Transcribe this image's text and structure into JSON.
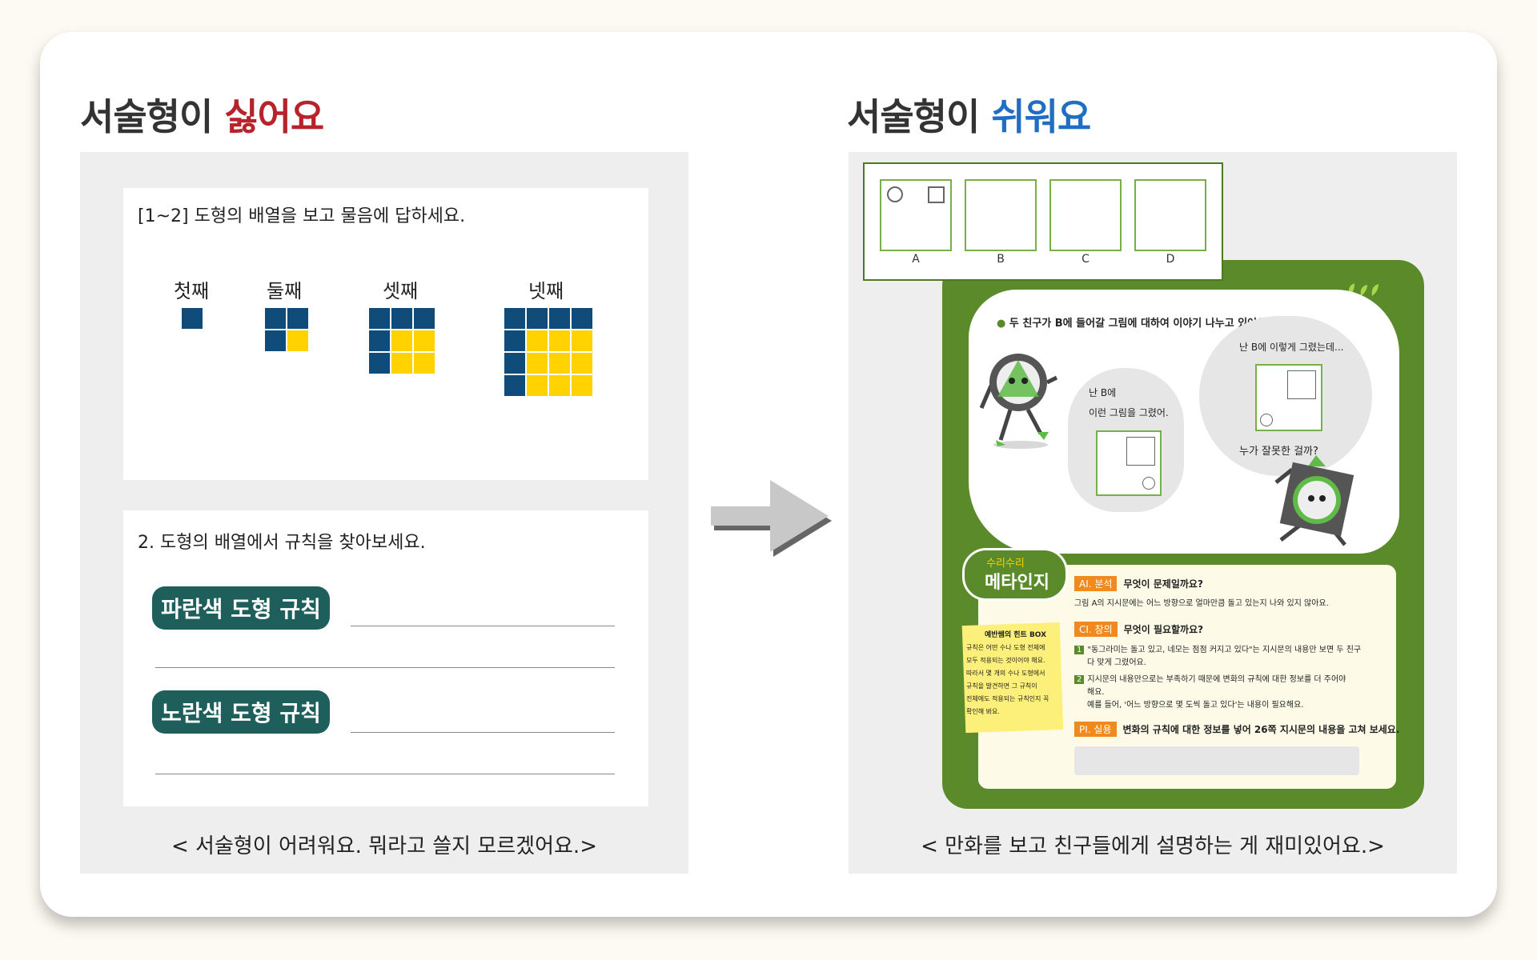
{
  "left": {
    "heading_prefix": "서술형이 ",
    "heading_emph": "싫어요",
    "instruction": "[1~2] 도형의 배열을 보고 물음에 답하세요.",
    "labels": [
      "첫째",
      "둘째",
      "셋째",
      "넷째"
    ],
    "question": "2. 도형의 배열에서 규칙을 찾아보세요.",
    "pill_blue": "파란색 도형 규칙",
    "pill_yellow": "노란색 도형 규칙",
    "caption": "< 서술형이 어려워요. 뭐라고 쓸지 모르겠어요.>"
  },
  "right": {
    "heading_prefix": "서술형이 ",
    "heading_emph": "쉬워요",
    "options": [
      "A",
      "B",
      "C",
      "D"
    ],
    "prompt": "두 친구가 B에 들어갈 그림에 대하여 이야기 나누고 있어요.",
    "speech1a": "난 B에",
    "speech1b": "이런 그림을 그렸어.",
    "speech2": "난 B에 이렇게 그렸는데...",
    "speech3": "누가 잘못한 걸까?",
    "badge_top": "수리수리",
    "badge_main": "메타인지",
    "hint_title": "예반쌤의 힌트 BOX",
    "hint_lines": [
      "규칙은 어떤 수나 도형 전체에",
      "모두 적용되는 것이어야 해요.",
      "따라서 몇 개의 수나 도형에서",
      "규칙을 발견하면 그 규칙이",
      "전체에도 적용되는 규칙인지 꼭",
      "확인해 봐요."
    ],
    "ai_tag": "AI. 분석",
    "ai_q": "무엇이 문제일까요?",
    "ai_a": "그림 A의 지시문에는 어느 방향으로 얼마만큼 돌고 있는지 나와 있지 않아요.",
    "ci_tag": "CI. 창의",
    "ci_q": "무엇이 필요할까요?",
    "ci_1a": "\"동그라미는 돌고 있고, 네모는 점점 커지고 있다\"는 지시문의 내용만 보면 두 친구",
    "ci_1b": "다 맞게 그렸어요.",
    "ci_2a": "지시문의 내용만으로는 부족하기 때문에 변화의 규칙에 대한 정보를 더 주어야",
    "ci_2b": "해요.",
    "ci_2c": "예를 들어, '어느 방향으로 몇 도씩 돌고 있다'는 내용이 필요해요.",
    "pi_tag": "PI. 실용",
    "pi_q": "변화의 규칙에 대한 정보를 넣어 26쪽 지시문의 내용을 고쳐 보세요.",
    "caption": "< 만화를 보고 친구들에게 설명하는 게 재미있어요.>"
  },
  "colors": {
    "blue_square": "#0f4c7a",
    "yellow_square": "#ffd200",
    "pill": "#1f5f5b",
    "green": "#5a8a2a"
  }
}
